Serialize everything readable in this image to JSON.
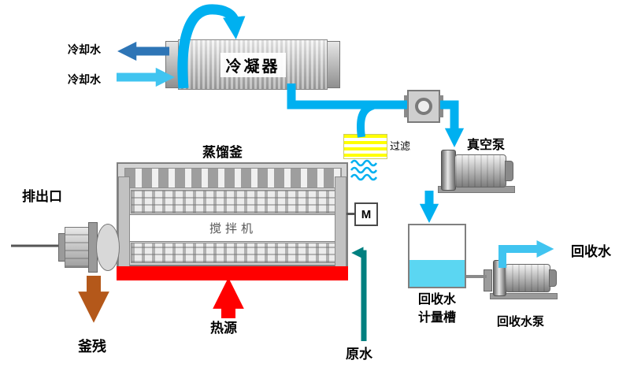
{
  "diagram": {
    "labels": {
      "cooling_water_out": "冷却水",
      "cooling_water_in": "冷却水",
      "condenser": "冷凝器",
      "distillation_kettle": "蒸馏釜",
      "filter": "过滤",
      "vacuum_pump": "真空泵",
      "agitator": "搅拌机",
      "motor": "M",
      "discharge_outlet": "排出口",
      "kettle_residue": "釜残",
      "heat_source": "热源",
      "raw_water": "原水",
      "recovery_tank_line1": "回收水",
      "recovery_tank_line2": "计量槽",
      "recovery_pump": "回收水泵",
      "recovered_water": "回收水"
    },
    "colors": {
      "pipe_cyan": "#00B0F0",
      "arrow_light_cyan": "#40C4F0",
      "arrow_blue": "#2E75B6",
      "raw_water_teal": "#008080",
      "heat_red": "#FF0000",
      "residue_brown": "#B4581A",
      "filter_yellow": "#FFFF00",
      "tank_liquid_cyan": "#5BD6F2"
    }
  }
}
